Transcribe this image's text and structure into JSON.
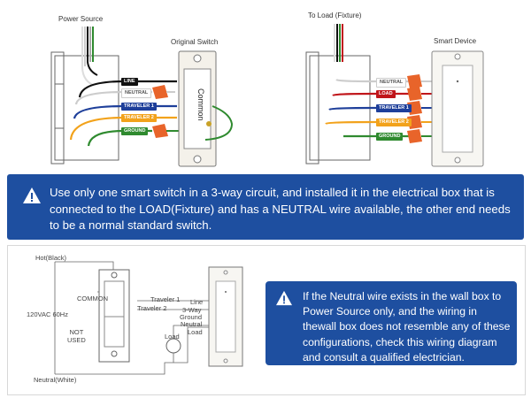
{
  "top_left": {
    "power_source_label": "Power Source",
    "original_switch_label": "Original Switch",
    "common_label": "Common",
    "wires": [
      "LINE",
      "NEUTRAL",
      "TRAVELER 1",
      "TRAVELER 2",
      "GROUND"
    ]
  },
  "top_right": {
    "to_load_label": "To Load (Fixture)",
    "smart_device_label": "Smart Device",
    "wires": [
      "NEUTRAL",
      "LOAD",
      "TRAVELER 1",
      "TRAVELER 2",
      "GROUND"
    ]
  },
  "colors": {
    "banner": "#1e4fa0",
    "line": "#111111",
    "neutral": "#ffffff",
    "load": "#c0151a",
    "traveler1": "#1e3f9a",
    "traveler2": "#f2a21b",
    "ground": "#2f8a2f",
    "wire_nut": "#e8642a"
  },
  "banner": {
    "icon": "warning-icon",
    "text": "Use only one smart switch in a 3-way circuit, and installed it in the electrical box that is connected to the LOAD(Fixture) and has a NEUTRAL wire available, the other end needs to be a normal standard switch."
  },
  "schematic": {
    "hot_label": "Hot(Black)",
    "neutral_label": "Neutral(White)",
    "common_label": "COMMON",
    "voltage_label": "120VAC 60Hz",
    "not_used_label": "NOT\nUSED",
    "load_label": "Load",
    "right_labels": [
      "Traveler 1",
      "Traveler 2",
      "Line",
      "3-Way",
      "Ground",
      "Neutral",
      "Load"
    ]
  },
  "callout": {
    "icon": "warning-icon",
    "text": "If the Neutral wire exists in the wall box to Power Source only, and the wiring in thewall box does not resemble any of these configurations, check this wiring diagram and consult a qualified electrician."
  }
}
